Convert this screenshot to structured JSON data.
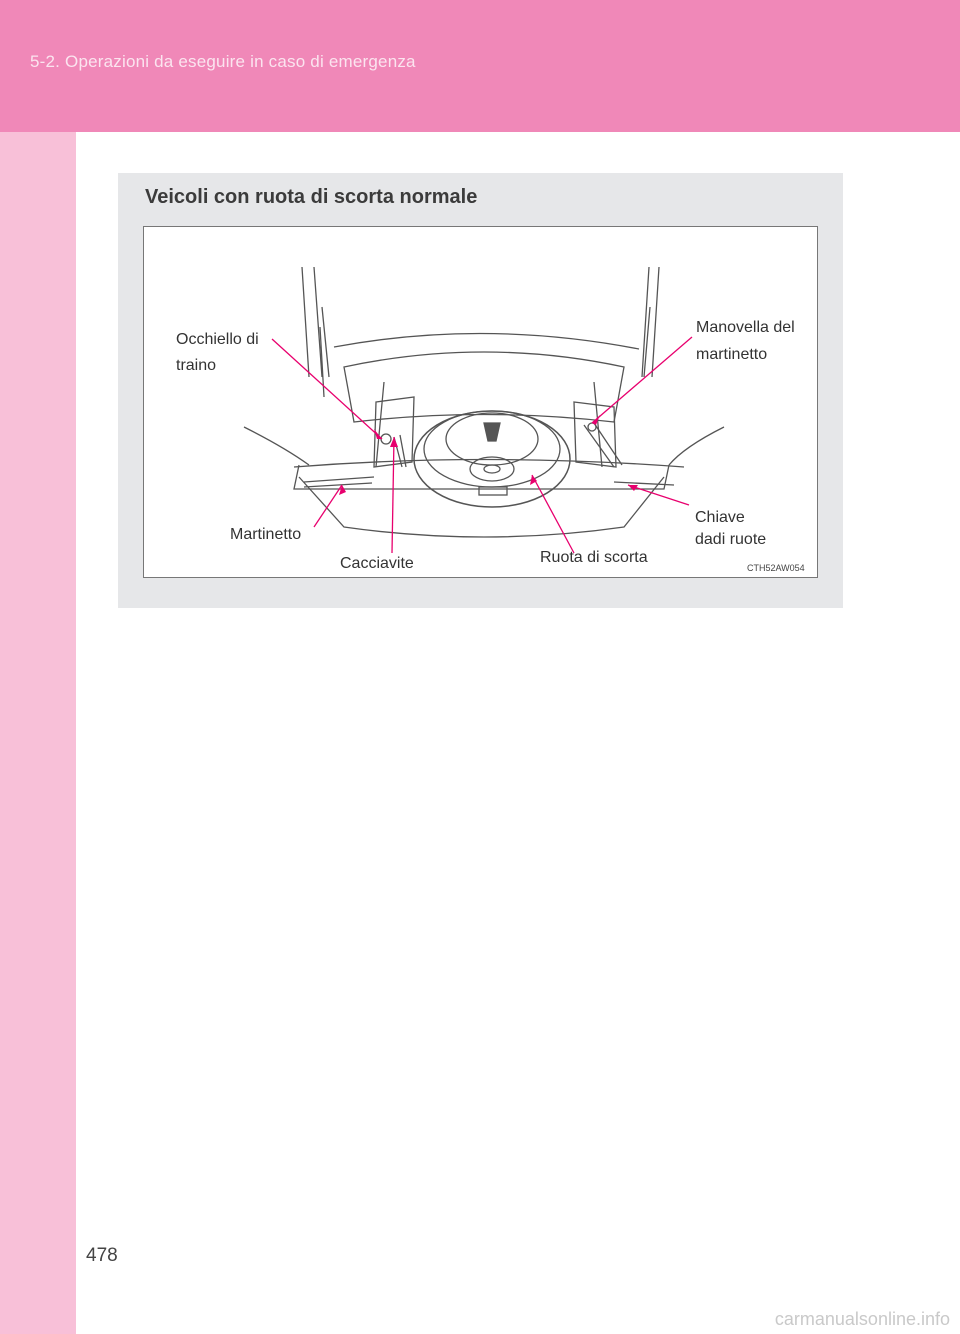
{
  "header": {
    "section_title": "5-2. Operazioni da eseguire in caso di emergenza"
  },
  "panel": {
    "title": "Veicoli con ruota di scorta normale",
    "figure": {
      "code": "CTH52AW054",
      "labels": {
        "towing_eye": [
          "Occhiello di",
          "traino"
        ],
        "jack_handle": [
          "Manovella del",
          "martinetto"
        ],
        "wrench": [
          "Chiave",
          "dadi ruote"
        ],
        "jack": "Martinetto",
        "screwdriver": "Cacciavite",
        "spare_tire": "Ruota di scorta"
      }
    }
  },
  "page_number": "478",
  "watermark": "carmanualsonline.info",
  "colors": {
    "header": "#f088b8",
    "side": "#f8c0d8",
    "panel": "#e6e7e9",
    "callout": "#e8006e"
  }
}
